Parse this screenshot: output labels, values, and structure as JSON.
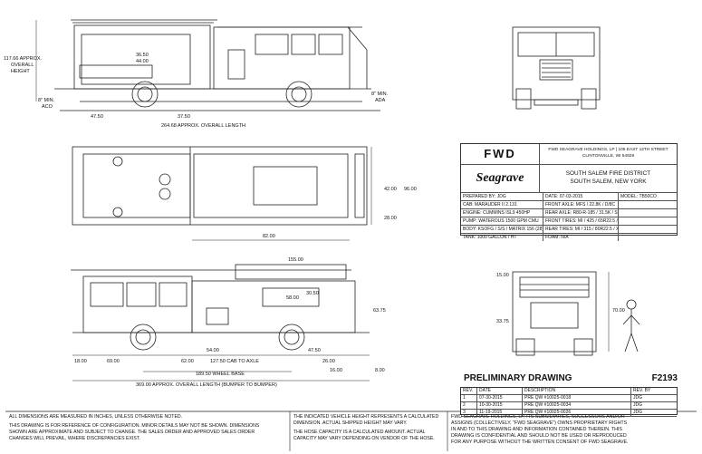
{
  "elevation_side": {
    "dims": {
      "height_1": "117.66 APPROX.",
      "height_2": "OVERALL",
      "height_3": "HEIGHT",
      "aco_1": "8\" MIN.",
      "aco_2": "ACO",
      "ada_1": "8\" MIN.",
      "ada_2": "ADA",
      "d3650": "36.50",
      "d4400": "44.00",
      "d4750": "47.50",
      "d3750": "37.50",
      "overall_length": "264.68 APPROX. OVERALL LENGTH"
    }
  },
  "plan_view": {
    "dims": {
      "d4200": "42.00",
      "d9600": "96.00",
      "d2800": "28.00",
      "d8200": "82.00"
    }
  },
  "officer_side": {
    "dims": {
      "d15500": "155.00",
      "d5800": "58.00",
      "d3050": "30.50",
      "d6375": "63.75",
      "d1800": "18.00",
      "d6900": "69.00",
      "d6200": "62.00",
      "d5400": "54.00",
      "d12750": "127.50 CAB TO AXLE",
      "d4750": "47.50",
      "d2600": "26.00",
      "d1600": "16.00",
      "d800": "8.00",
      "wheelbase": "189.50 WHEEL BASE",
      "overall_length": "369.00 APPROX. OVERALL LENGTH (BUMPER TO BUMPER)"
    }
  },
  "rear_view": {
    "dims": {
      "d1500": "15.00",
      "d3375": "33.75",
      "d7000": "70.00"
    }
  },
  "title_block": {
    "company_address": "FWD SEAGRAVE HOLDINGS, LP | 105 EAST 12TH STREET",
    "company_city": "CLINTONVILLE, WI 54929",
    "logo_fwd": "FWD",
    "logo_seagrave": "Seagrave",
    "customer_1": "SOUTH SALEM FIRE DISTRICT",
    "customer_2": "SOUTH SALEM, NEW YORK",
    "specs": [
      [
        "PREPARED BY: JDG",
        "DATE: 07-03-2015",
        "MODEL: TB50CO"
      ],
      [
        "CAB: MARAUDER II 2.131",
        "FRONT AXLE: MFS / 22.8K / D/8C",
        ""
      ],
      [
        "ENGINE: CUMMINS ISL9 450HP",
        "REAR AXLE: R80-R-185 / 31.5K / S-CAM",
        ""
      ],
      [
        "PUMP: WATEROUS 1500 GPM CMU",
        "FRONT TIRES: MI / 425 / 65R22.5 / XZY3",
        ""
      ],
      [
        "BODY: KSOFG / S/S / MATRIX 156 (28)",
        "REAR TIRES: MI / 315 / 80R22.5 / XZY3",
        ""
      ],
      [
        "TANK: 1000 GALLON / HT",
        "FOAM: N/A",
        ""
      ]
    ]
  },
  "preliminary": {
    "label": "PRELIMINARY DRAWING",
    "number": "F2193"
  },
  "revisions": {
    "headers": [
      "REV.",
      "DATE",
      "DESCRIPTION",
      "REV. BY"
    ],
    "rows": [
      [
        "1",
        "07-30-2015",
        "PRE QW #10025-0018",
        "JDG"
      ],
      [
        "2",
        "10-30-2015",
        "PRE QW #10025-0034",
        "JDG"
      ],
      [
        "3",
        "11-19-2015",
        "PRE QW #10025-0026",
        "JDG"
      ]
    ]
  },
  "notes": {
    "left_1": "ALL DIMENSIONS ARE MEASURED IN INCHES, UNLESS OTHERWISE NOTED.",
    "left_2": "THIS DRAWING IS FOR REFERENCE OF CONFIGURATION. MINOR DETAILS MAY NOT BE SHOWN. DIMENSIONS",
    "left_3": "SHOWN ARE APPROXIMATE AND SUBJECT TO CHANGE. THE SALES ORDER AND APPROVED SALES ORDER",
    "left_4": "CHANGES WILL PREVAIL, WHERE DISCREPANCIES EXIST.",
    "mid_1": "THE INDICATED VEHICLE HEIGHT REPRESENTS A CALCULATED",
    "mid_2": "DIMENSION. ACTUAL SHIPPED HEIGHT MAY VARY.",
    "mid_3": "THE HOSE CAPACITY IS A CALCULATED AMOUNT. ACTUAL",
    "mid_4": "CAPACITY MAY VARY DEPENDING ON VENDOR OF THE HOSE.",
    "right_1": "FWD SEAGRAVE HOLDINGS, LP, ITS SUBSIDIARIES, SUCCESSORS AND/OR",
    "right_2": "ASSIGNS (COLLECTIVELY, \"FWD SEAGRAVE\") OWNS PROPRIETARY RIGHTS",
    "right_3": "IN AND TO THIS DRAWING AND INFORMATION CONTAINED THEREIN. THIS",
    "right_4": "DRAWING IS CONFIDENTIAL AND SHOULD NOT BE USED OR REPRODUCED",
    "right_5": "FOR ANY PURPOSE WITHOUT THE WRITTEN CONSENT OF FWD SEAGRAVE."
  }
}
